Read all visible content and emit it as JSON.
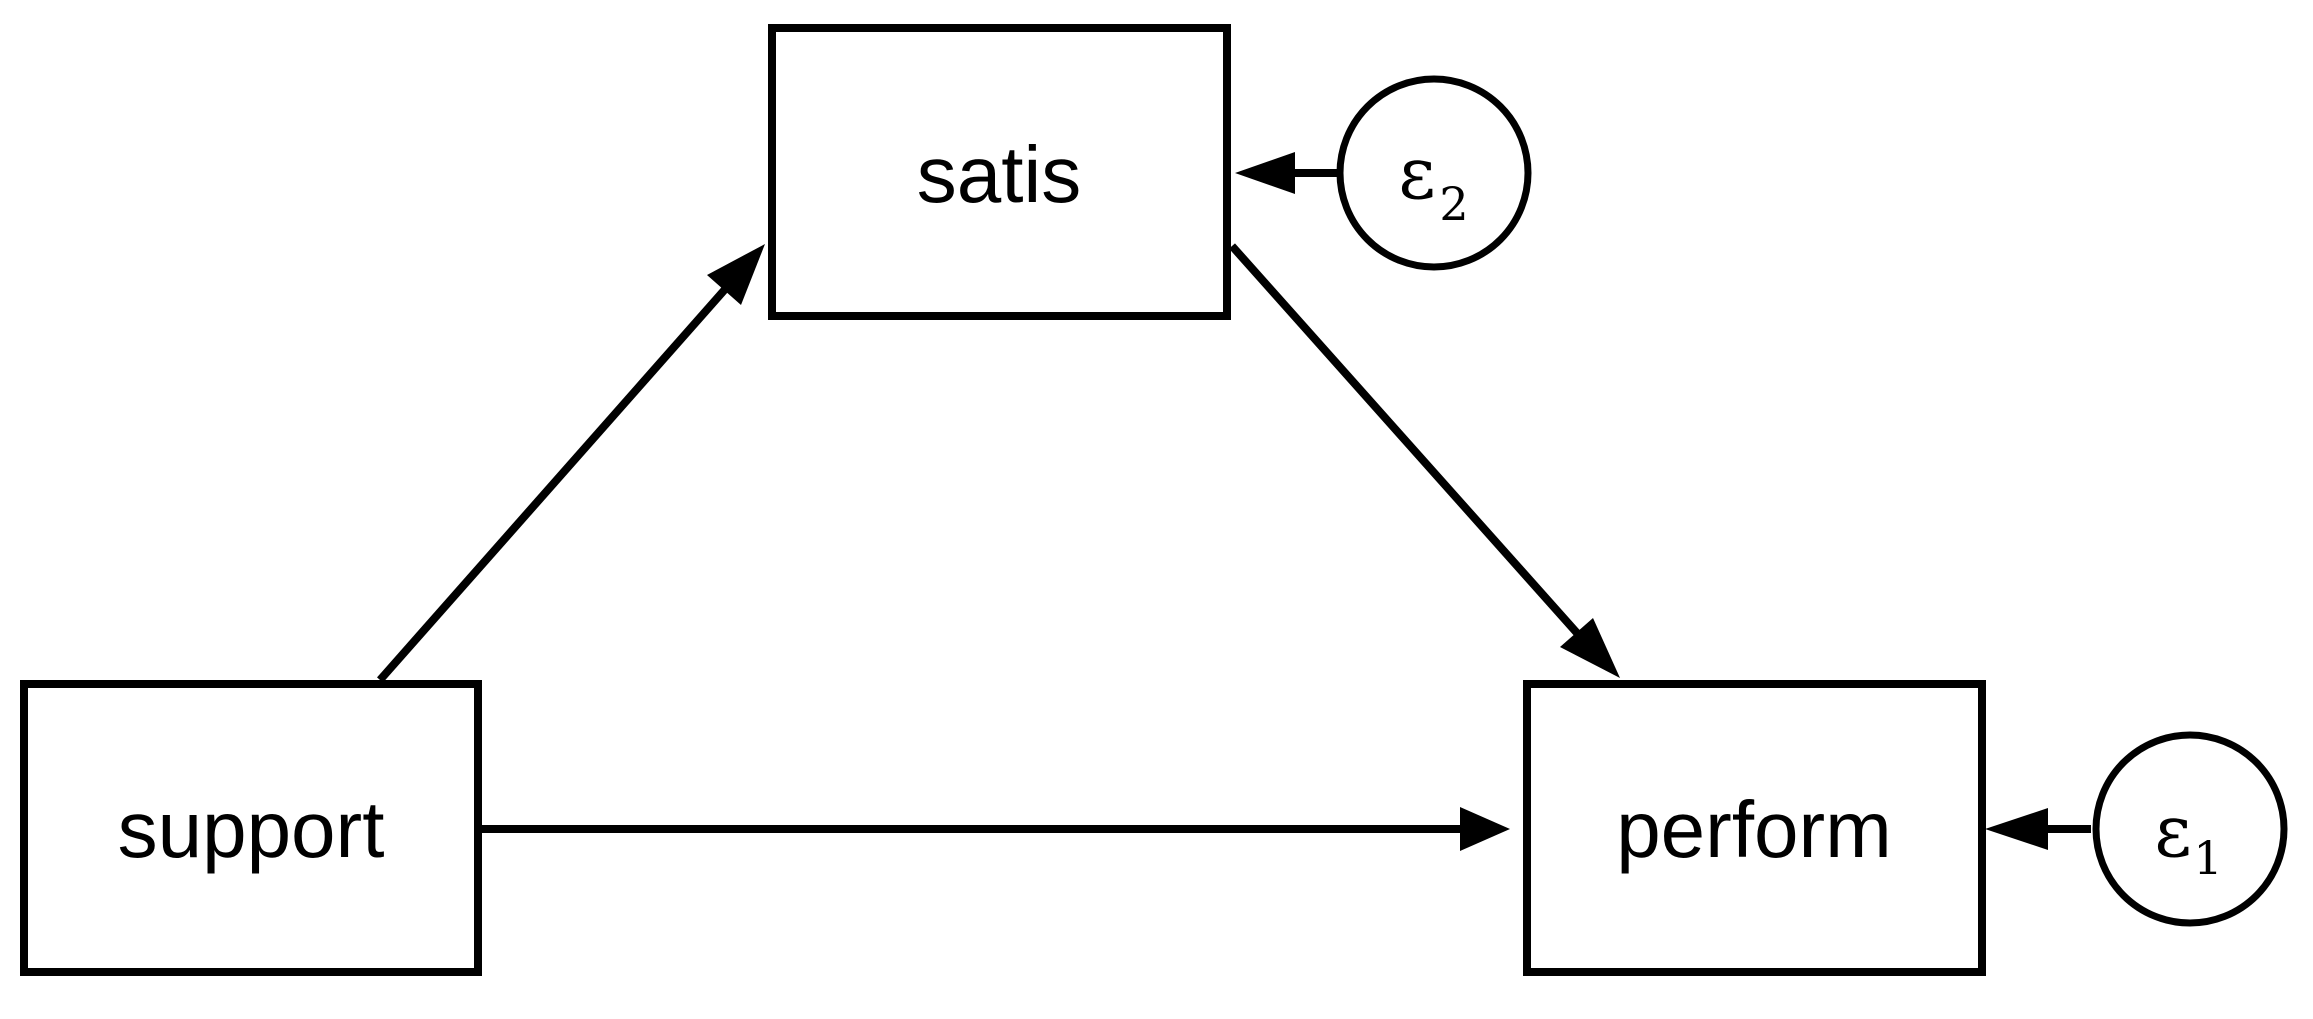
{
  "diagram": {
    "nodes": {
      "support": {
        "label": "support"
      },
      "satis": {
        "label": "satis"
      },
      "perform": {
        "label": "perform"
      }
    },
    "errors": {
      "e2": {
        "symbol": "ε",
        "subscript": "2",
        "target": "satis"
      },
      "e1": {
        "symbol": "ε",
        "subscript": "1",
        "target": "perform"
      }
    },
    "edges": [
      {
        "from": "support",
        "to": "satis"
      },
      {
        "from": "support",
        "to": "perform"
      },
      {
        "from": "satis",
        "to": "perform"
      },
      {
        "from": "e2",
        "to": "satis"
      },
      {
        "from": "e1",
        "to": "perform"
      }
    ]
  }
}
